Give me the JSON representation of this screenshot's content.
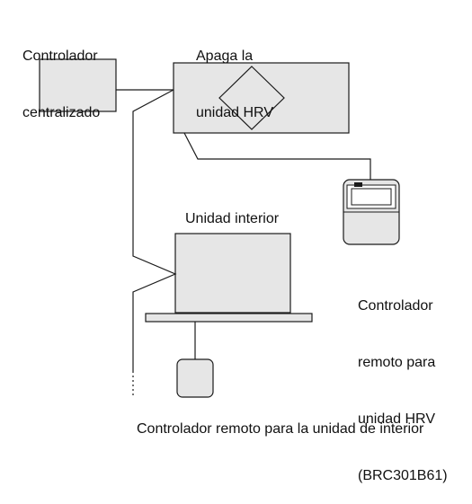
{
  "labels": {
    "central_controller": [
      "Controlador",
      "centralizado"
    ],
    "hrv_unit": [
      "Apaga la",
      "unidad HRV"
    ],
    "indoor_unit": "Unidad interior",
    "hrv_remote": [
      "Controlador",
      "remoto para",
      "unidad HRV",
      "(BRC301B61)"
    ],
    "indoor_remote": "Controlador remoto para la unidad de interior"
  },
  "colors": {
    "unit_fill": "#e6e6e6",
    "line": "#1a1a1a"
  }
}
